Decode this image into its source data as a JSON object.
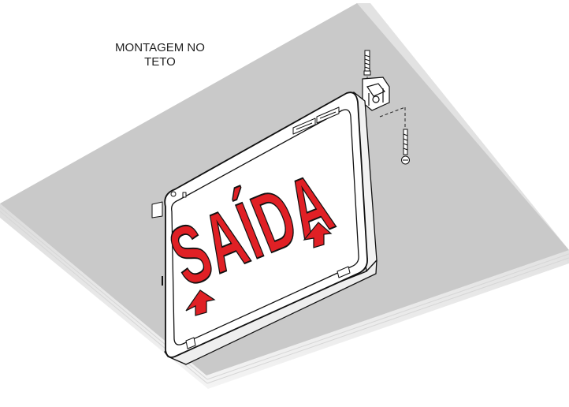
{
  "diagram": {
    "caption_line_1": "MONTAGEM NO",
    "caption_line_2": "TETO",
    "sign_text": "SAÍDA"
  },
  "colors": {
    "ceiling_top": "#c9c9c9",
    "ceiling_edge": "#e8e8e8",
    "sign_text": "#e02025",
    "outline": "#111111"
  }
}
